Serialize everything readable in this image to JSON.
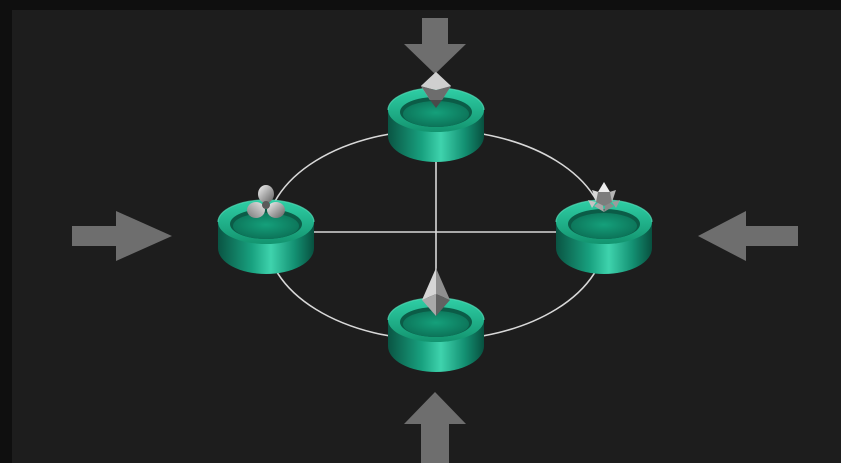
{
  "diagram": {
    "nodes": [
      {
        "id": "top",
        "icon": "octahedron-crystal-icon"
      },
      {
        "id": "left",
        "icon": "three-lobed-bulb-icon"
      },
      {
        "id": "right",
        "icon": "faceted-flower-icon"
      },
      {
        "id": "bottom",
        "icon": "pointed-diamond-icon"
      }
    ],
    "arrows": [
      {
        "id": "top",
        "direction": "down"
      },
      {
        "id": "left",
        "direction": "right"
      },
      {
        "id": "right",
        "direction": "left"
      },
      {
        "id": "bottom",
        "direction": "up"
      }
    ],
    "colors": {
      "background": "#1d1d1d",
      "node_teal": "#1aa684",
      "node_dark": "#0d6b55",
      "ring_line": "#d8d8d8",
      "arrow": "#6e6e6e",
      "icon_silver": "#c9c9c9"
    }
  }
}
